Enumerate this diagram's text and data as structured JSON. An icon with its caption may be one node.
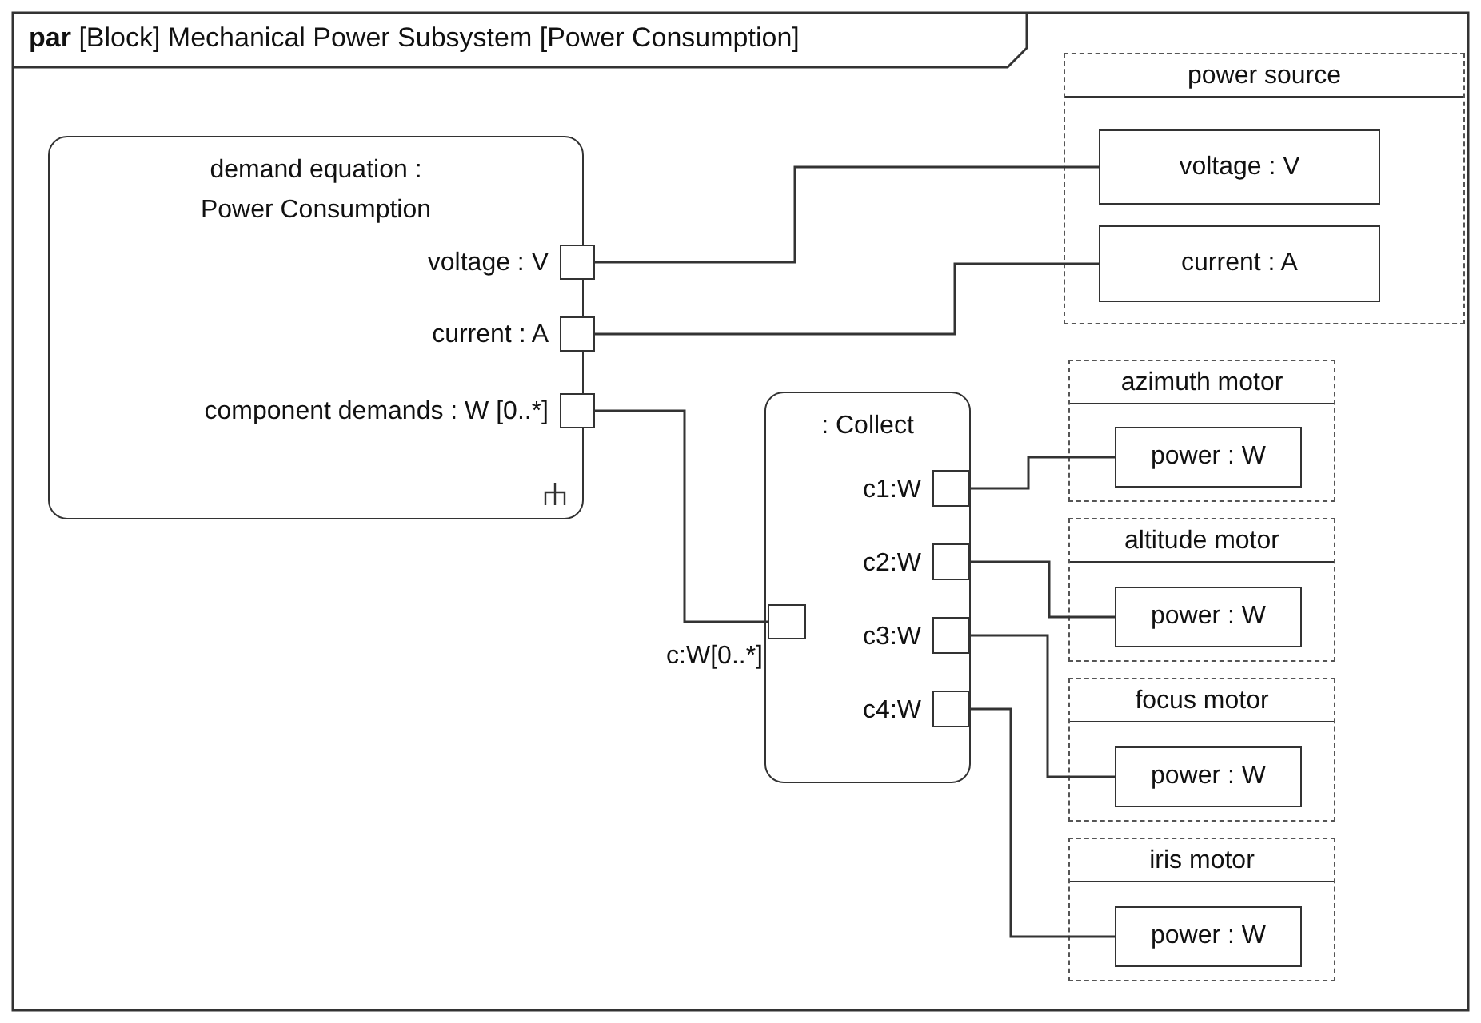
{
  "diagram": {
    "title": "**par** [Block] Mechanical Power Subsystem [Power Consumption]",
    "nodes": [
      {
        "text": [
          "demand equation : Power Consumption"
        ]
      },
      {
        "text": [],
        "shape": "box",
        "in": 0,
        "beside": [
          "voltage : V"
        ]
      },
      {
        "text": [],
        "shape": "box",
        "in": 0,
        "beside": [
          "current : A"
        ]
      },
      {
        "text": [],
        "shape": "box",
        "in": 0,
        "beside": [
          "component demands : W [0..*]"
        ]
      },
      {
        "text": [
          "power source"
        ]
      },
      {
        "text": [
          "voltage : V"
        ],
        "in": 4
      },
      {
        "text": [
          "current : A"
        ],
        "in": 4
      },
      {
        "text": [
          ": Collect"
        ]
      },
      {
        "text": [],
        "shape": "box",
        "in": 7,
        "beside": [
          "c:W[0..*]"
        ]
      },
      {
        "text": [],
        "shape": "box",
        "in": 7,
        "beside": [
          "c1:W"
        ]
      },
      {
        "text": [],
        "shape": "box",
        "in": 7,
        "beside": [
          "c2:W"
        ]
      },
      {
        "text": [],
        "shape": "box",
        "in": 7,
        "beside": [
          "c3:W"
        ]
      },
      {
        "text": [],
        "shape": "box",
        "in": 7,
        "beside": [
          "c4:W"
        ]
      },
      {
        "text": [
          "azimuth motor"
        ]
      },
      {
        "text": [
          "power : W"
        ],
        "in": 13
      },
      {
        "text": [
          "altitude motor"
        ]
      },
      {
        "text": [
          "power : W"
        ],
        "in": 15
      },
      {
        "text": [
          "focus motor"
        ]
      },
      {
        "text": [
          "power : W"
        ],
        "in": 17
      },
      {
        "text": [
          "iris motor"
        ]
      },
      {
        "text": [
          "power : W"
        ],
        "in": 19
      }
    ],
    "edges": [
      {
        "from": 1,
        "to": 5,
        "arrow": "none"
      },
      {
        "from": 2,
        "to": 6,
        "arrow": "none"
      },
      {
        "from": 3,
        "to": 8,
        "arrow": "none"
      },
      {
        "from": 9,
        "to": 14,
        "arrow": "none"
      },
      {
        "from": 10,
        "to": 16,
        "arrow": "none"
      },
      {
        "from": 11,
        "to": 18,
        "arrow": "none"
      },
      {
        "from": 12,
        "to": 20,
        "arrow": "none"
      }
    ]
  }
}
